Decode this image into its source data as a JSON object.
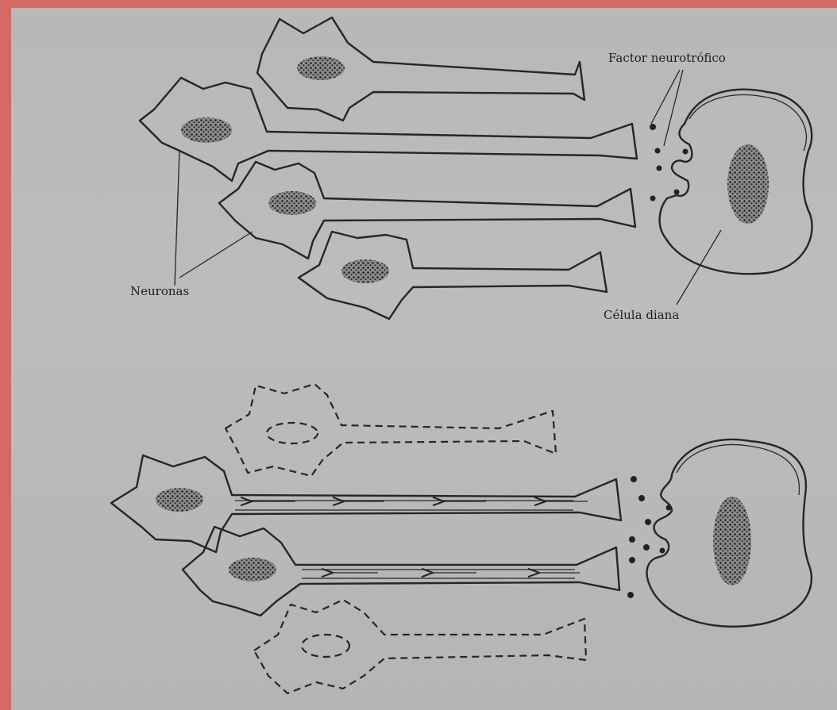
{
  "figure": {
    "labels": {
      "neurotrophic_factor": "Factor neurotrófico",
      "neurons": "Neuronas",
      "target_cell": "Célula diana"
    },
    "panels": [
      {
        "name": "top",
        "description_state": "all neurons intact, target cell releasing factor"
      },
      {
        "name": "bottom",
        "description_state": "two neurons survive with retrograde transport, two degenerate"
      }
    ],
    "colors": {
      "background": "#bab9b7",
      "ink": "#262626",
      "frame": "#d46a63"
    }
  }
}
